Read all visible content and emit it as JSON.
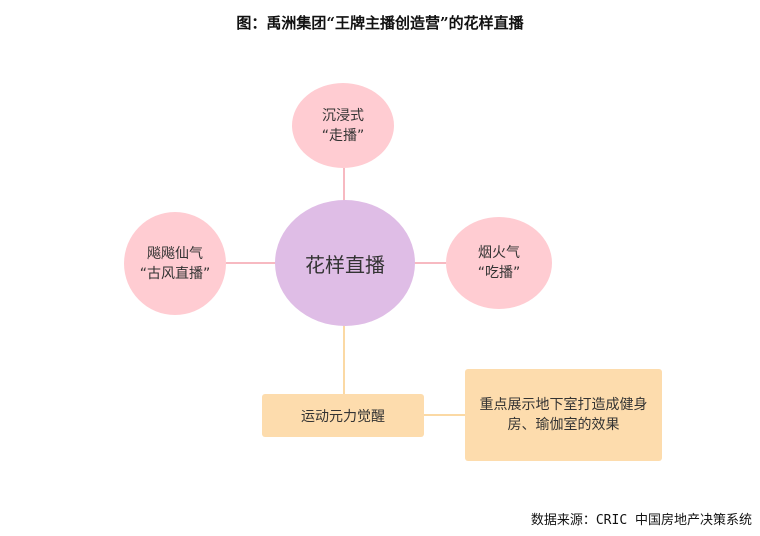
{
  "title": "图：禹洲集团“王牌主播创造营”的花样直播",
  "diagram": {
    "center": "花样直播",
    "top": {
      "line1": "沉浸式",
      "line2": "“走播”"
    },
    "left": {
      "line1": "飚飚仙气",
      "line2": "“古风直播”"
    },
    "right": {
      "line1": "烟火气",
      "line2": "“吃播”"
    },
    "bottom_box": "运动元力觉醒",
    "bottom_detail": "重点展示地下室打造成健身房、瑜伽室的效果"
  },
  "source": "数据来源：CRIC 中国房地产决策系统",
  "colors": {
    "center_fill": "#dfbde6",
    "petal_fill": "#ffccd2",
    "box_fill": "#fddcad",
    "pink_line": "#f7b9c1",
    "orange_line": "#fbd9a4"
  }
}
